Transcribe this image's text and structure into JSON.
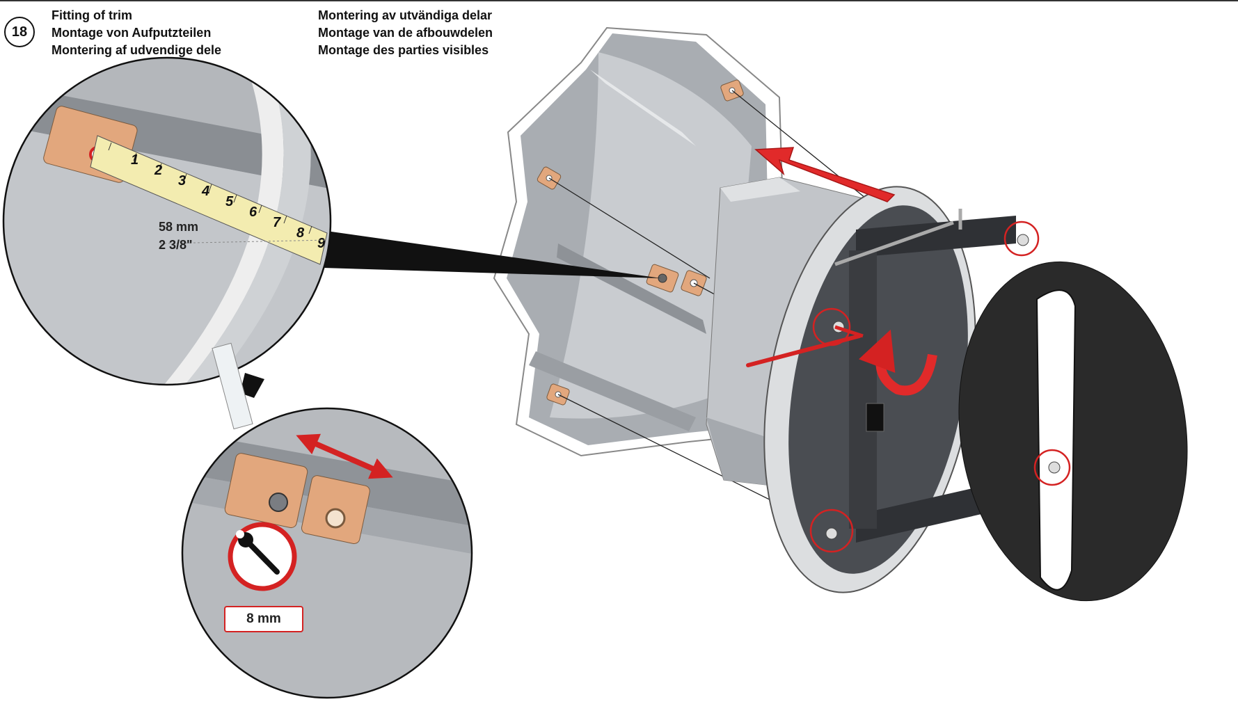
{
  "step": {
    "number": "18"
  },
  "titles": {
    "left": [
      "Fitting of trim",
      "Montage von Aufputzteilen",
      "Montering af udvendige dele"
    ],
    "right": [
      "Montering av utvändiga delar",
      "Montage van de afbouwdelen",
      "Montage des parties visibles"
    ]
  },
  "measure": {
    "metric": "58 mm",
    "imperial": "2 3/8\"",
    "tape_numbers": [
      "1",
      "2",
      "3",
      "4",
      "5",
      "6",
      "7",
      "8",
      "9"
    ]
  },
  "tool": {
    "wrench_size": "8 mm",
    "icon": "wrench-icon"
  },
  "colors": {
    "accent_red": "#d42222",
    "bracket_copper": "#e2a77d",
    "panel_black": "#2a2a2a",
    "tape_yellow": "#f3ecb0"
  }
}
